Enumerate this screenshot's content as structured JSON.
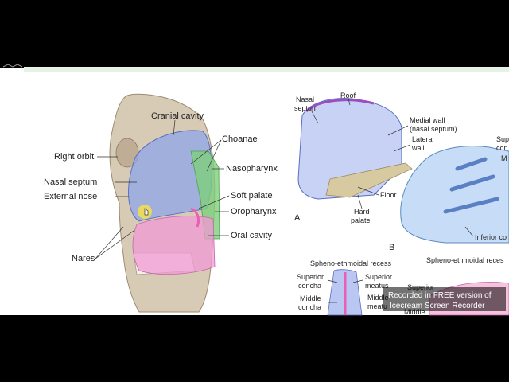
{
  "figure_a": {
    "labels": {
      "cranial_cavity": "Cranial cavity",
      "right_orbit": "Right orbit",
      "choanae": "Choanae",
      "nasopharynx": "Nasopharynx",
      "nasal_septum": "Nasal septum",
      "external_nose": "External nose",
      "soft_palate": "Soft palate",
      "oropharynx": "Oropharynx",
      "oral_cavity": "Oral cavity",
      "nares": "Nares"
    }
  },
  "figure_b": {
    "labels": {
      "roof": "Roof",
      "nasal_septum_1": "Nasal",
      "nasal_septum_2": "septum",
      "medial_wall_1": "Medial wall",
      "medial_wall_2": "(nasal septum)",
      "lateral_wall_1": "Lateral",
      "lateral_wall_2": "wall",
      "floor": "Floor",
      "hard_palate_1": "Hard",
      "hard_palate_2": "palate",
      "panel_a": "A",
      "panel_b": "B",
      "sup_conc_partial_1": "Sup",
      "sup_conc_partial_2": "con",
      "mid_partial": "M",
      "inferior_partial": "Inferior co"
    }
  },
  "figure_c": {
    "labels": {
      "spheno_recess_1": "Spheno-ethmoidal recess",
      "spheno_recess_2": "Spheno-ethmoidal reces",
      "superior_concha_1": "Superior",
      "superior_concha_2": "concha",
      "superior_meatus_1": "Superior",
      "superior_meatus_2": "meatus",
      "middle_concha_1": "Middle",
      "middle_concha_2": "concha",
      "middle_meatus_1": "Middle",
      "middle_meatus_2": "meatu",
      "superior_partial": "Superior",
      "middle_partial": "Middle"
    }
  },
  "watermark": {
    "line1": "Recorded in FREE version of",
    "line2": "Icecream  Screen  Recorder"
  },
  "colors": {
    "background": "#000000",
    "page": "#ffffff",
    "top_bar": "#e6f2e6",
    "nasal_blue": "#8fa6e8",
    "green": "#7ed07e",
    "pink": "#f29ad6",
    "bone": "#d8cbb6",
    "cursor": "#f5e14a"
  }
}
